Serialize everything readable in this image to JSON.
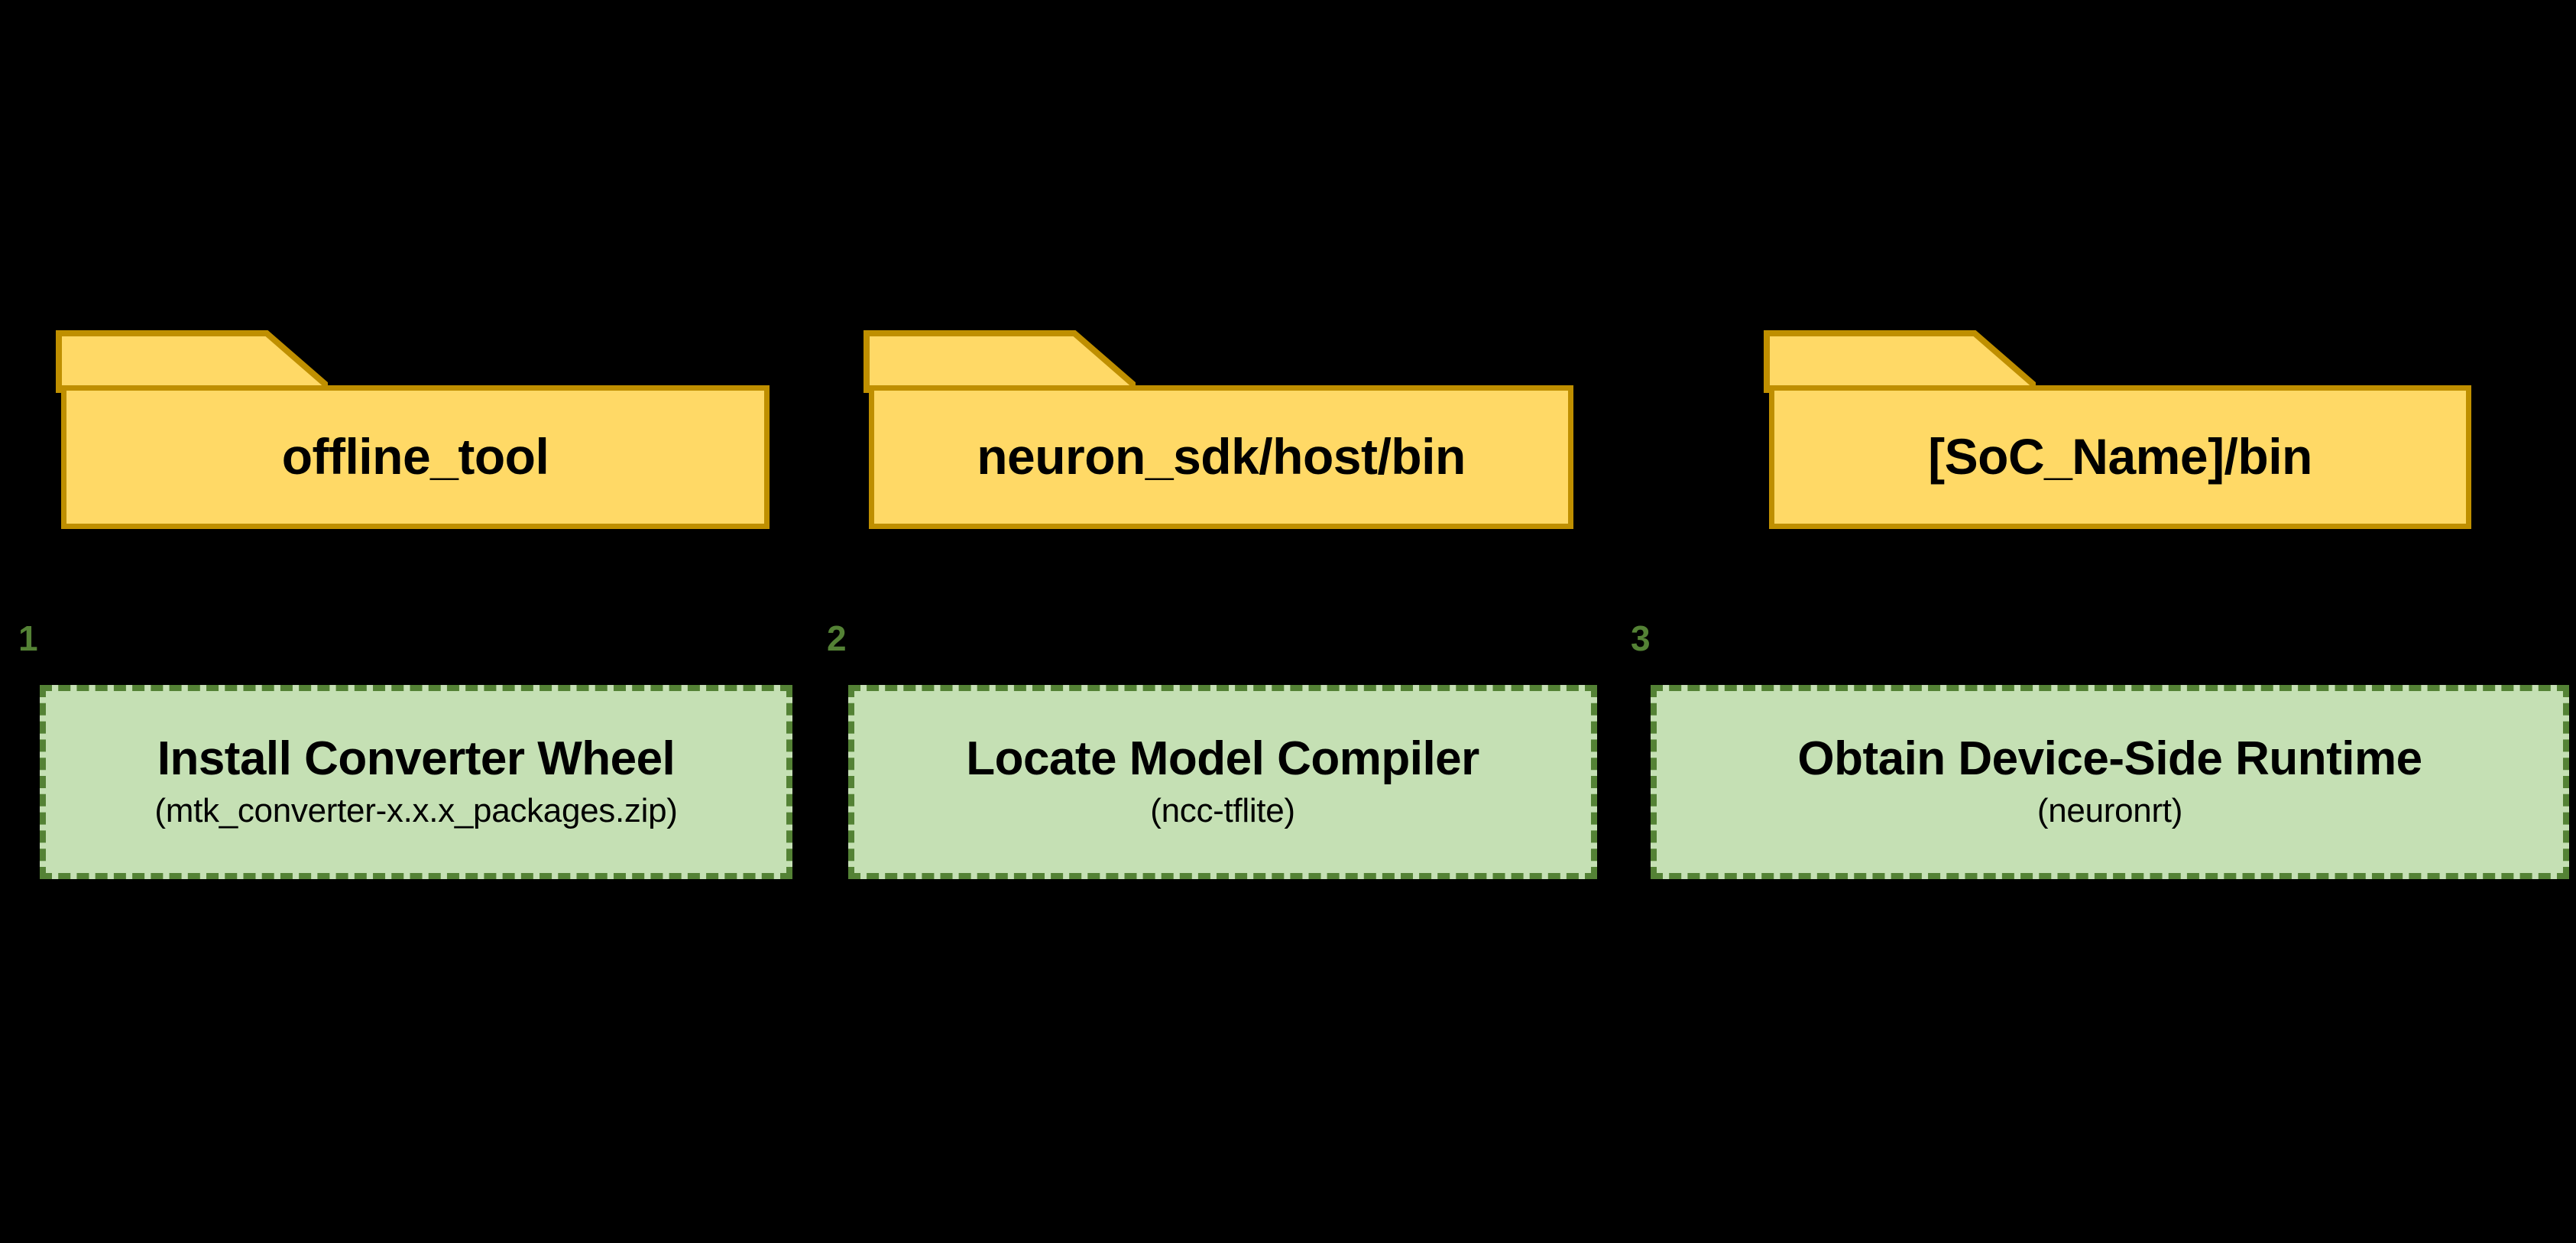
{
  "diagram": {
    "background_color": "#000000",
    "folder_fill": "#FFD966",
    "folder_stroke": "#BF8F00",
    "step_fill": "#C5E0B4",
    "step_stroke": "#548235",
    "number_color": "#548235",
    "text_color": "#000000"
  },
  "columns": [
    {
      "folder_label": "offline_tool",
      "step_number": "1",
      "step_title": "Install Converter Wheel",
      "step_subtitle": "(mtk_converter-x.x.x_packages.zip)"
    },
    {
      "folder_label": "neuron_sdk/host/bin",
      "step_number": "2",
      "step_title": "Locate Model Compiler",
      "step_subtitle": "(ncc-tflite)"
    },
    {
      "folder_label": "[SoC_Name]/bin",
      "step_number": "3",
      "step_title": "Obtain Device-Side Runtime",
      "step_subtitle": "(neuronrt)"
    }
  ]
}
